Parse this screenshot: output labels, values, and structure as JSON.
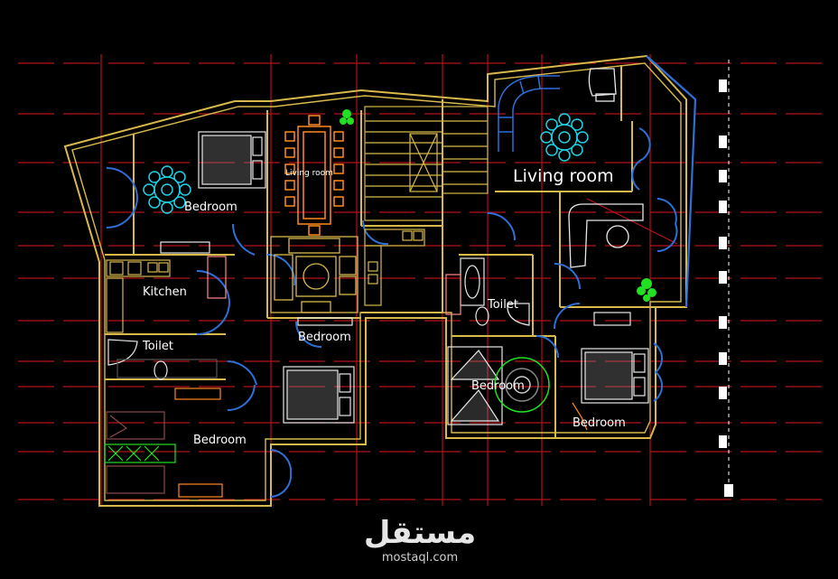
{
  "plan": {
    "labels": {
      "bedroom_nw": "Bedroom",
      "dining_room": "Living room",
      "kitchen": "Kitchen",
      "toilet_w": "Toilet",
      "bedroom_sw": "Bedroom",
      "bedroom_center": "Bedroom",
      "living_room": "Living room",
      "toilet_e": "Toilet",
      "bedroom_se1": "Bedroom",
      "bedroom_se2": "Bedroom"
    },
    "colors": {
      "background": "#000000",
      "walls": "#d8b94a",
      "gridlines": "#b3121a",
      "doors": "#2f6fd6",
      "furniture": "#e8e8e8",
      "accent_cyan": "#19d3e6",
      "accent_orange": "#ff8a1e",
      "accent_green": "#22e022"
    }
  },
  "watermark": {
    "arabic": "مستقل",
    "url": "mostaql.com"
  }
}
